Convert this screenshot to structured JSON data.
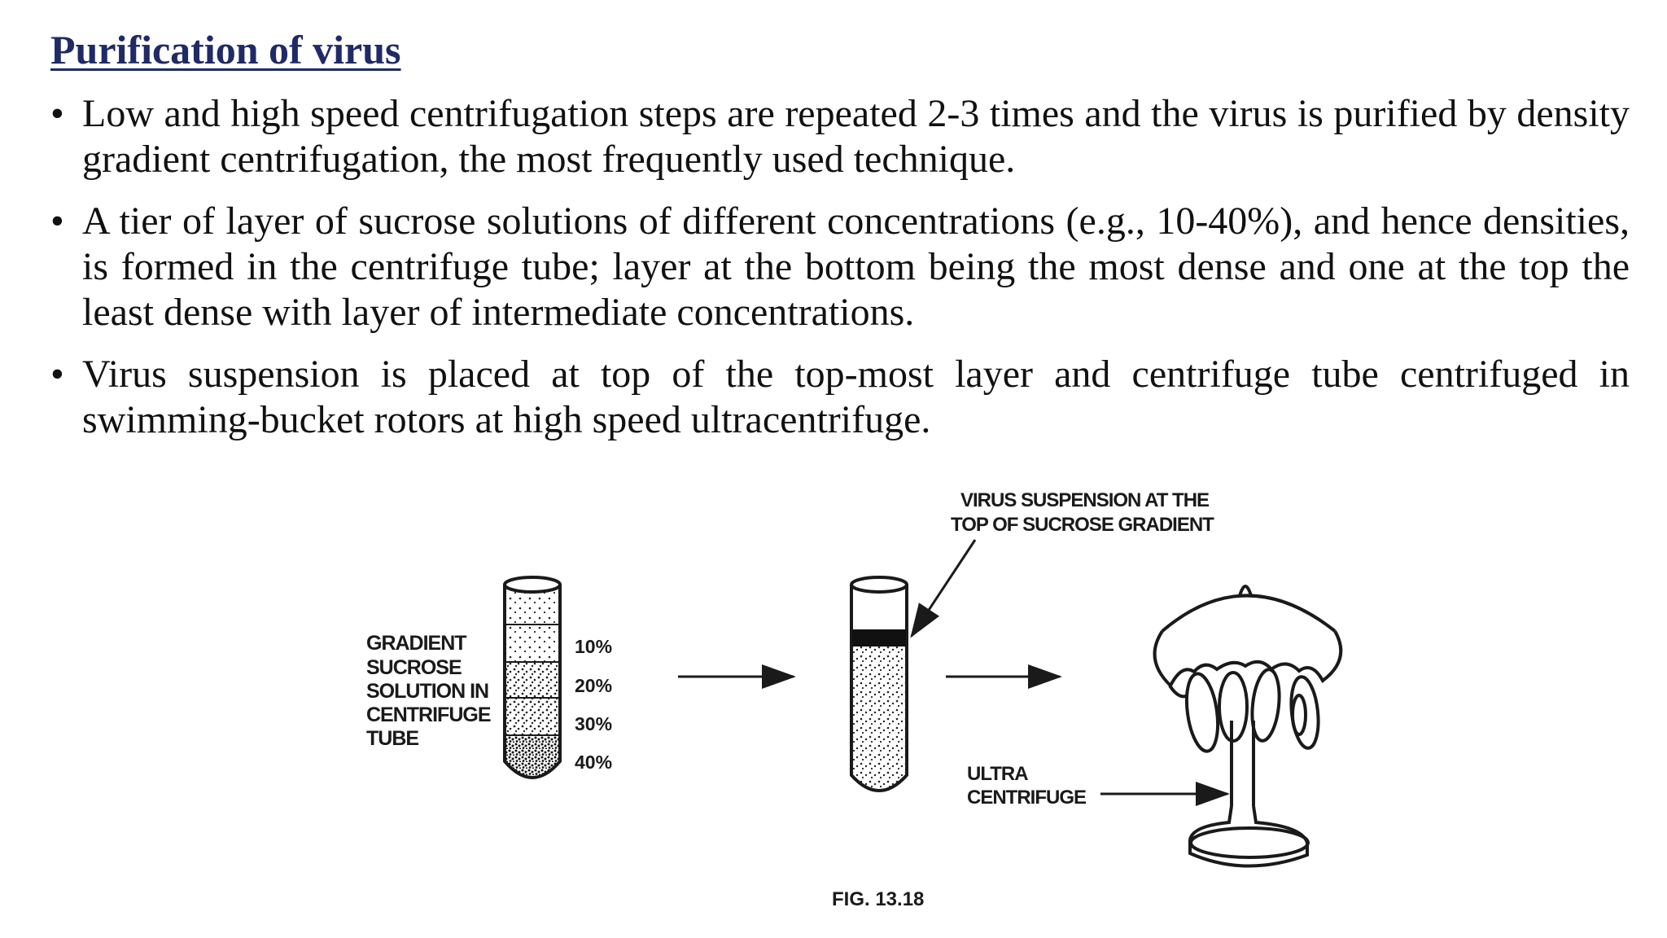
{
  "title": "Purification of virus",
  "bullets": [
    "Low and high speed centrifugation steps are repeated 2-3 times and the virus is purified by density gradient centrifugation, the most frequently used technique.",
    "A  tier of layer of sucrose solutions of different concentrations (e.g., 10-40%), and hence densities, is formed in the centrifuge tube; layer at the bottom being the most dense and one at the top the least dense with layer of intermediate concentrations.",
    "Virus suspension is placed at top of the top-most layer and centrifuge tube centrifuged in swimming-bucket rotors at high speed ultracentrifuge."
  ],
  "bullet_symbol": "•",
  "figure": {
    "gradient_label": [
      "GRADIENT",
      "SUCROSE",
      "SOLUTION IN",
      "CENTRIFUGE",
      "TUBE"
    ],
    "concentrations": [
      "10%",
      "20%",
      "30%",
      "40%"
    ],
    "virus_label": [
      "VIRUS SUSPENSION AT THE",
      "TOP OF SUCROSE GRADIENT"
    ],
    "ultra_label": [
      "ULTRA",
      "CENTRIFUGE"
    ],
    "caption": "FIG. 13.18"
  },
  "colors": {
    "title": "#1f2a66",
    "text": "#111111",
    "figure_ink": "#1a1a1a"
  }
}
